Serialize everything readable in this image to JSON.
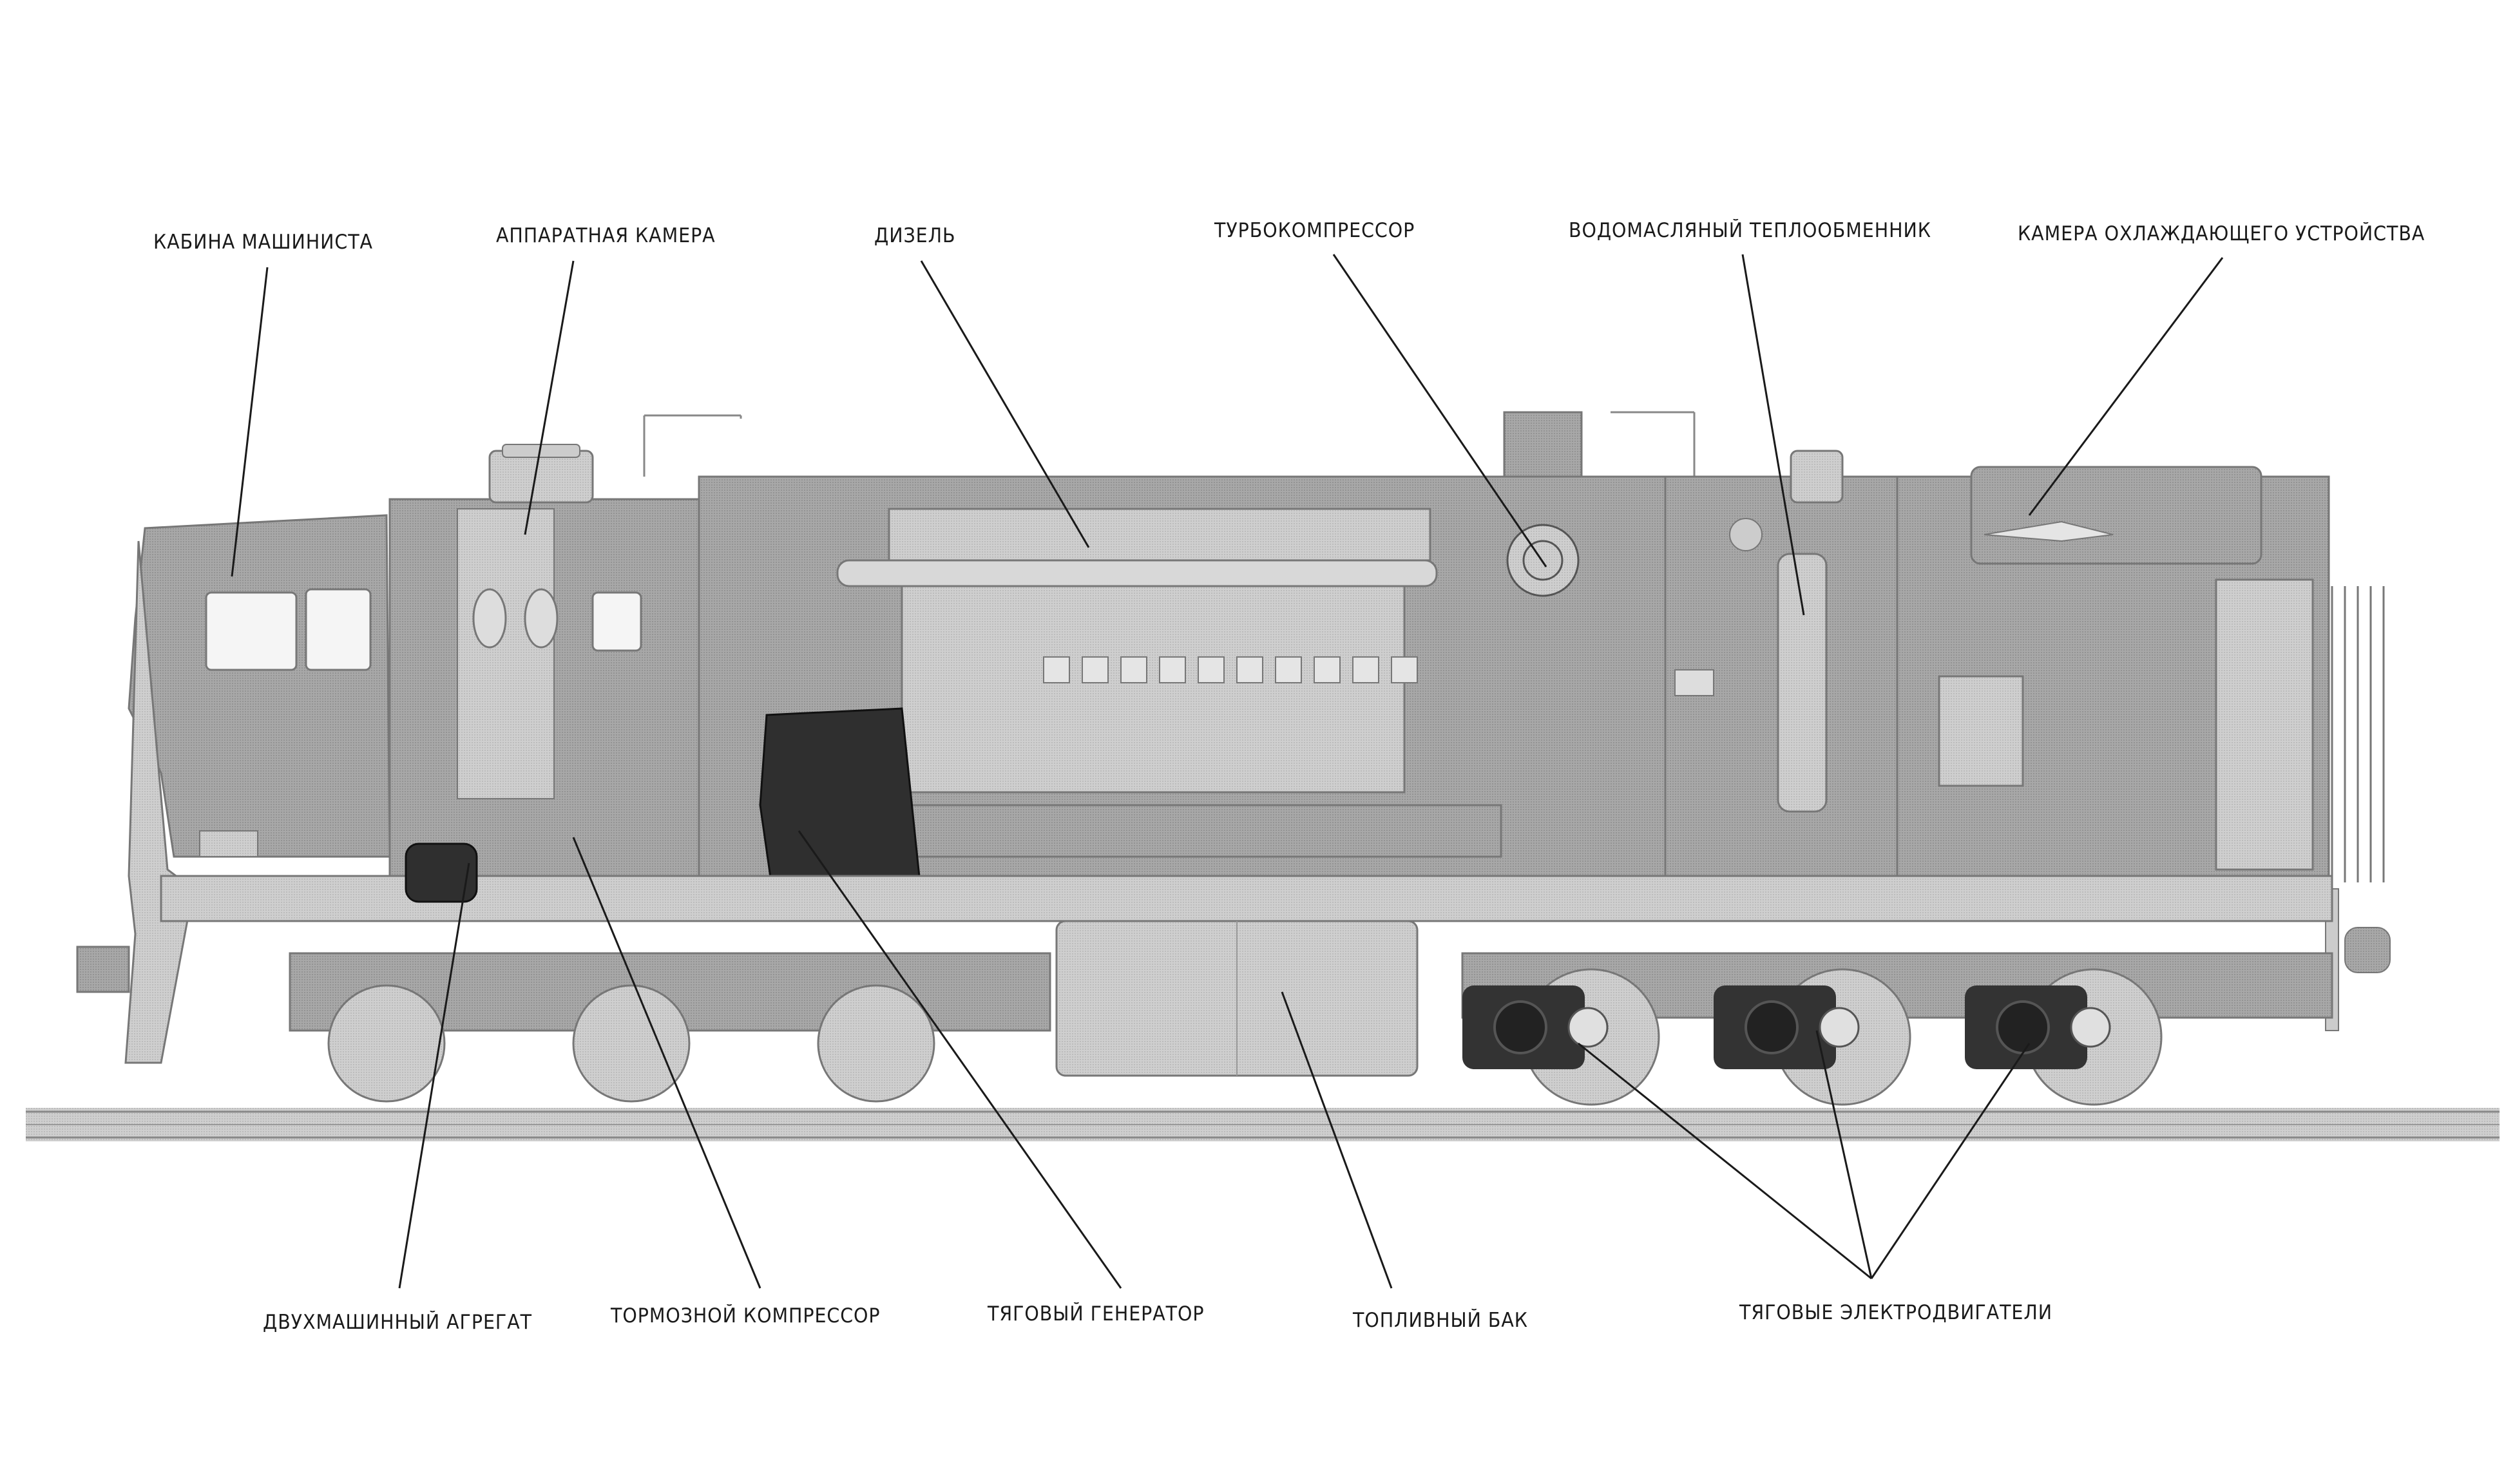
{
  "diagram": {
    "subject": "Diesel locomotive cutaway",
    "colors": {
      "background": "#ffffff",
      "body_fill": "#9a9a9a",
      "body_dark": "#6e6e6e",
      "body_light": "#c8c8c8",
      "motor_dark": "#2a2a2a",
      "leader_line": "#1a1a1a",
      "text": "#1a1a1a"
    },
    "top_labels": [
      {
        "id": "cab",
        "text": "КАБИНА МАШИНИСТА"
      },
      {
        "id": "apparatus",
        "text": "АППАРАТНАЯ КАМЕРА"
      },
      {
        "id": "diesel",
        "text": "ДИЗЕЛЬ"
      },
      {
        "id": "turbo",
        "text": "ТУРБОКОМПРЕССОР"
      },
      {
        "id": "heat_exchanger",
        "text": "ВОДОМАСЛЯНЫЙ ТЕПЛООБМЕННИК"
      },
      {
        "id": "cooling",
        "text": "КАМЕРА ОХЛАЖДАЮЩЕГО УСТРОЙСТВА"
      }
    ],
    "bottom_labels": [
      {
        "id": "mg_set",
        "text": "ДВУХМАШИННЫЙ АГРЕГАТ"
      },
      {
        "id": "brake_compressor",
        "text": "ТОРМОЗНОЙ КОМПРЕССОР"
      },
      {
        "id": "traction_generator",
        "text": "ТЯГОВЫЙ ГЕНЕРАТОР"
      },
      {
        "id": "fuel_tank",
        "text": "ТОПЛИВНЫЙ БАК"
      },
      {
        "id": "traction_motors",
        "text": "ТЯГОВЫЕ ЭЛЕКТРОДВИГАТЕЛИ"
      }
    ]
  }
}
